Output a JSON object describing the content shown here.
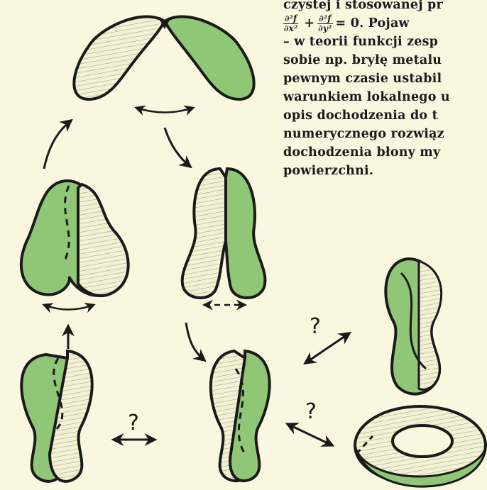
{
  "text_lines": [
    "czystej i stosowanej pr",
    "= 0. Pojaw",
    "– w teorii funkcji zesp",
    "sobie np. bryłę metalu",
    "pewnym czasie ustabil",
    "warunkiem lokalnego u",
    "opis dochodzenia do t",
    "numerycznego rozwiąz",
    "dochodzenia błony my",
    "powierzchni."
  ],
  "equation": {
    "term1_num": "∂²f",
    "term1_den": "∂x²",
    "plus": "+",
    "term2_num": "∂²f",
    "term2_den": "∂y²"
  },
  "question_marks": [
    "?",
    "?",
    "?"
  ],
  "colors": {
    "paper": "#fbf6df",
    "fill_green": "#8fc776",
    "ink": "#1a1a1a"
  }
}
